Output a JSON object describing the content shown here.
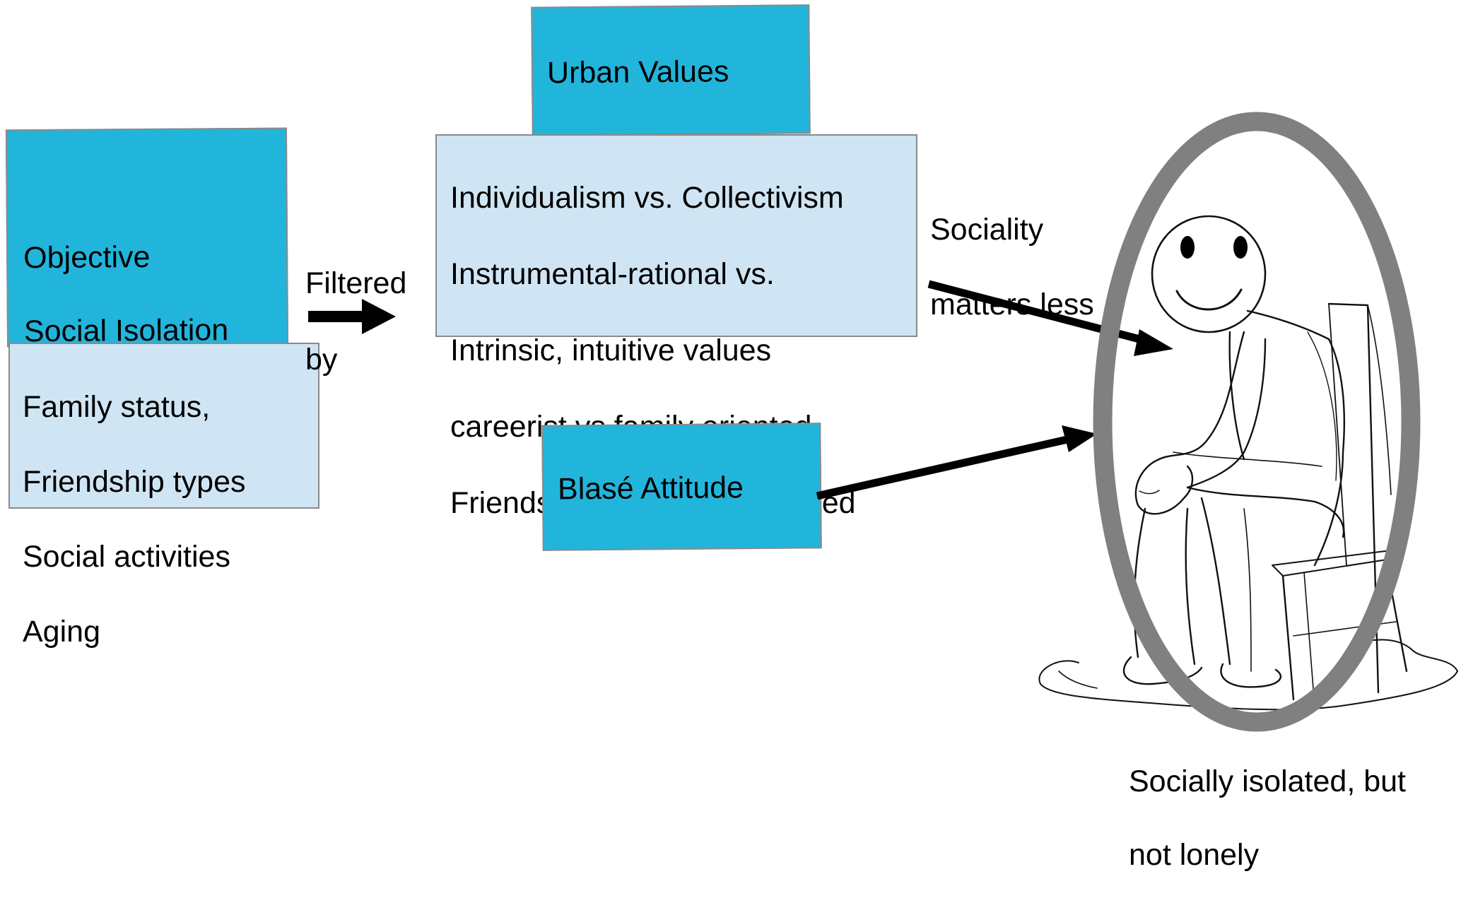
{
  "colors": {
    "header_fill": "#22b5dc",
    "body_fill": "#cfe5f4",
    "border": "#8a8a8a",
    "ring": "#808080",
    "arrow": "#000000"
  },
  "objective": {
    "title_lines": [
      "Objective",
      "Social Isolation"
    ],
    "items": [
      "Family status,",
      "Friendship types",
      "Social activities",
      "Aging"
    ]
  },
  "filter": {
    "lines": [
      "Filtered",
      "by"
    ]
  },
  "urban": {
    "title": "Urban Values",
    "items": [
      "Individualism vs. Collectivism",
      "Instrumental-rational vs.",
      "Intrinsic, intuitive values",
      "careerist vs.family oriented",
      "Friendship vs. Family oriented"
    ]
  },
  "sociality": {
    "lines": [
      "Sociality",
      "matters less"
    ]
  },
  "blase": {
    "title": "Blasé Attitude"
  },
  "outcome": {
    "lines": [
      "Socially isolated, but",
      "not lonely"
    ]
  },
  "icons": {
    "figure": "smiling-seated-person-icon"
  }
}
